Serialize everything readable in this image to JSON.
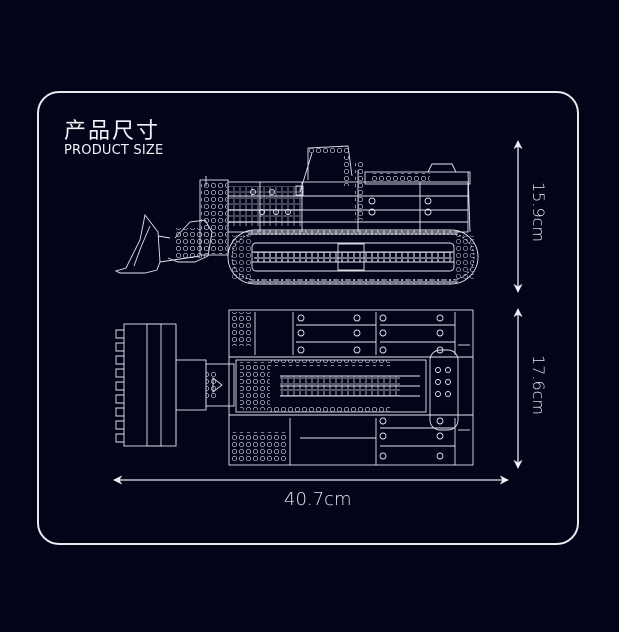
{
  "heading": {
    "title_cn": "产品尺寸",
    "title_en": "PRODUCT SIZE"
  },
  "dimensions": {
    "height_side": "15.9cm",
    "width_top": "17.6cm",
    "length": "40.7cm"
  },
  "views": [
    {
      "name": "side-view",
      "subject": "crawler loader (side elevation)"
    },
    {
      "name": "top-view",
      "subject": "crawler loader (plan view)"
    }
  ],
  "colors": {
    "background": "#03031a",
    "line": "#e9e9ef"
  }
}
